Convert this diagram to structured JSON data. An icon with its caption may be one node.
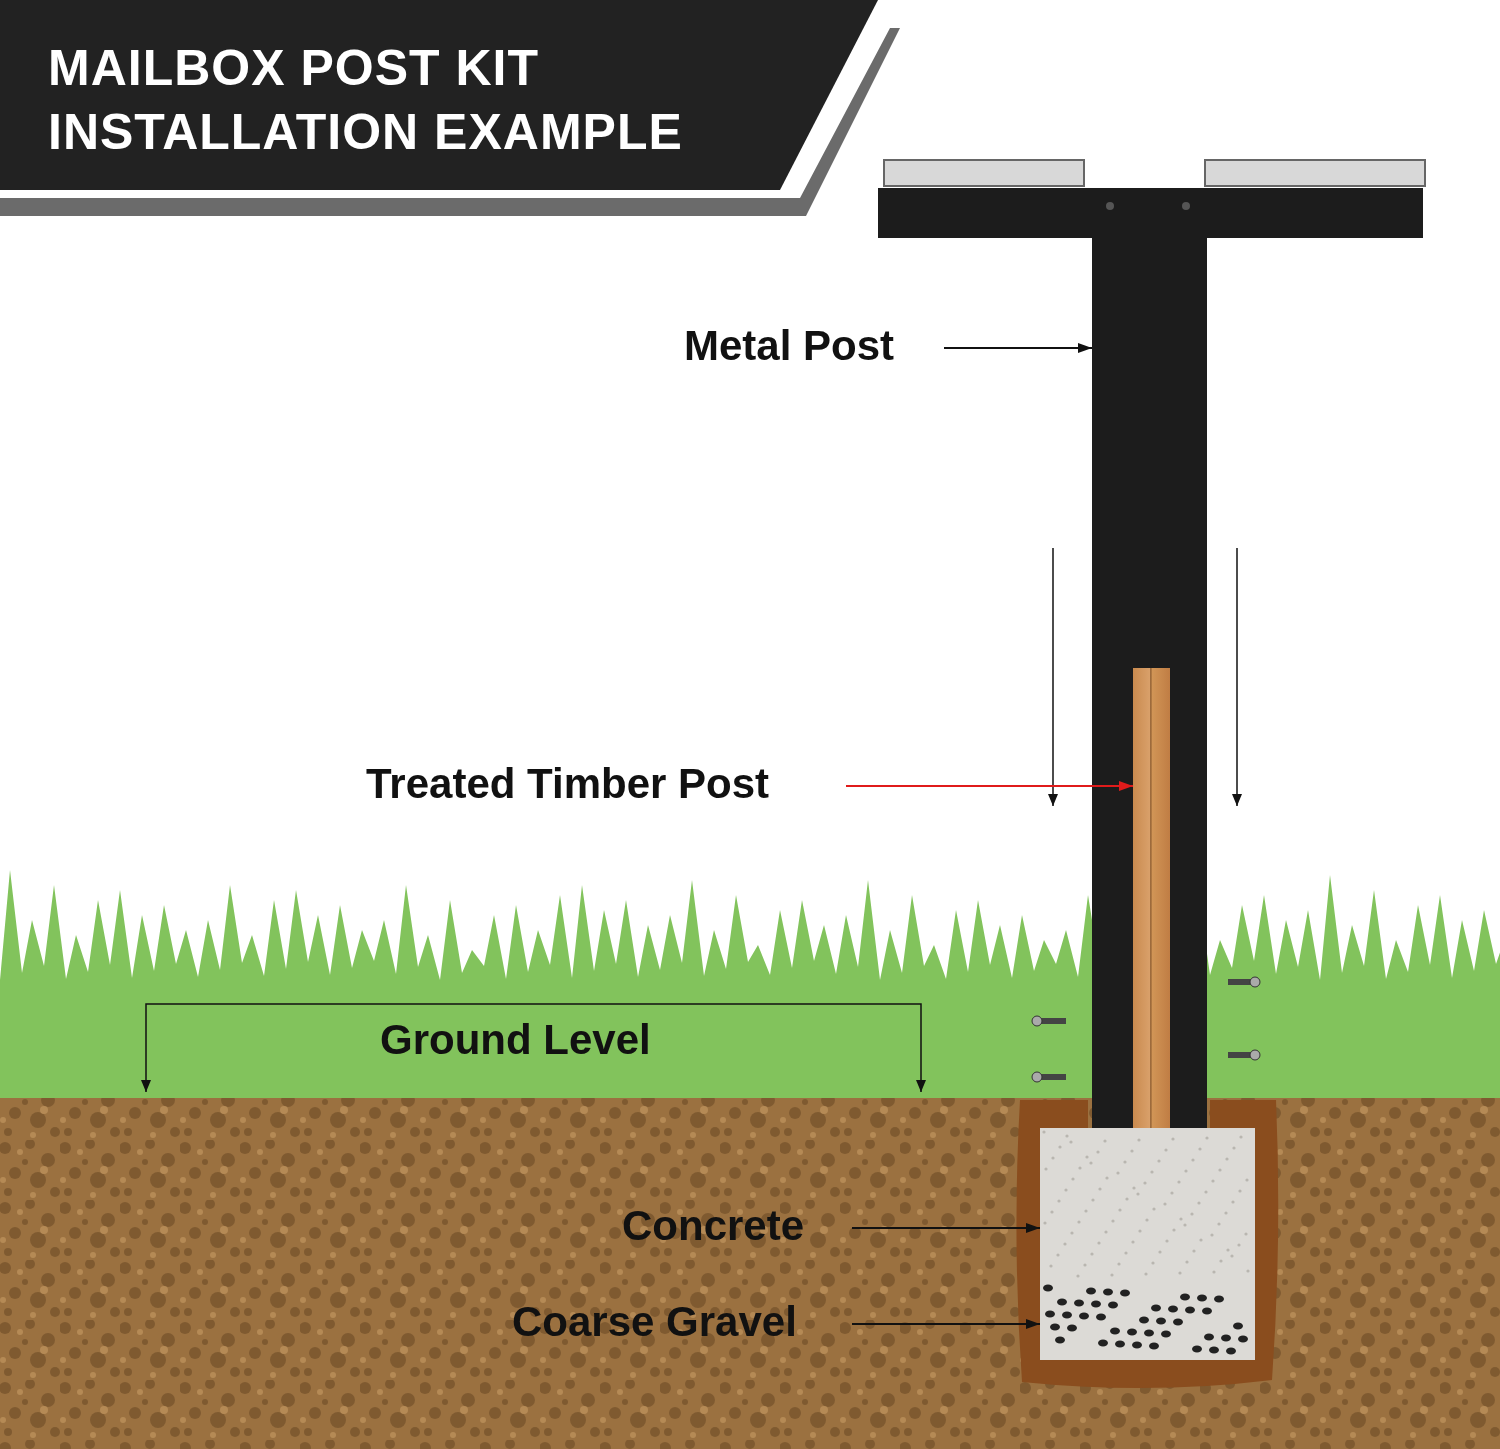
{
  "diagram": {
    "title": "MAILBOX POST KIT INSTALLATION EXAMPLE",
    "nodes": [
      {
        "text": [
          "Metal Post"
        ]
      },
      {
        "text": [],
        "shape": "picture"
      },
      {
        "text": [],
        "shape": "picture",
        "in": 1
      },
      {
        "text": [
          "Treated Timber Post"
        ]
      },
      {
        "text": [
          "Concrete"
        ]
      },
      {
        "text": [],
        "shape": "picture"
      },
      {
        "text": [
          "Coarse Gravel"
        ]
      },
      {
        "text": [],
        "shape": "picture"
      }
    ],
    "edges": [
      {
        "from": 0,
        "to": 1,
        "arrow": "to"
      },
      {
        "from": 3,
        "to": 2,
        "arrow": "to",
        "color": "#e01b1b"
      },
      {
        "from": 4,
        "to": 5,
        "arrow": "to"
      },
      {
        "from": 6,
        "to": 7,
        "arrow": "to"
      }
    ],
    "labels": [
      "Ground Level"
    ]
  }
}
